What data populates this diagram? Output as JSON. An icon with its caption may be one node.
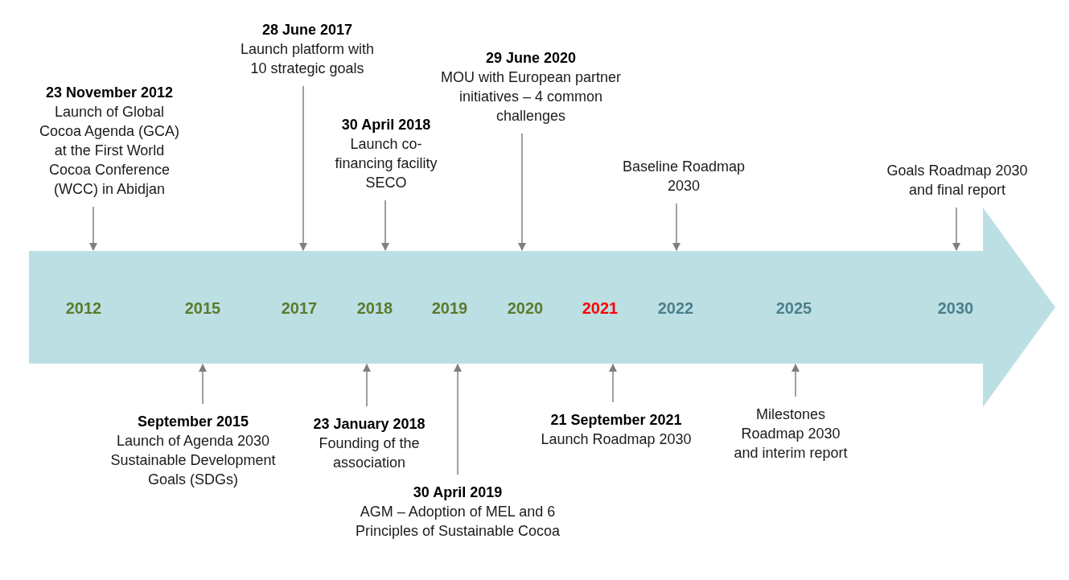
{
  "diagram": {
    "nodes": [
      {
        "text": [],
        "shape": "arrow"
      },
      {
        "text": [
          "2012"
        ],
        "in": 0
      },
      {
        "text": [
          "2015"
        ],
        "in": 0
      },
      {
        "text": [
          "2017"
        ],
        "in": 0
      },
      {
        "text": [
          "2018"
        ],
        "in": 0
      },
      {
        "text": [
          "2019"
        ],
        "in": 0
      },
      {
        "text": [
          "2020"
        ],
        "in": 0
      },
      {
        "text": [
          "2021"
        ],
        "in": 0
      },
      {
        "text": [
          "2022"
        ],
        "in": 0
      },
      {
        "text": [
          "2025"
        ],
        "in": 0
      },
      {
        "text": [
          "2030"
        ],
        "in": 0
      },
      {
        "text": [
          "23 November 2012",
          "Launch of Global Cocoa Agenda (GCA) at the First World Cocoa Conference (WCC) in Abidjan"
        ]
      },
      {
        "text": [
          "28 June 2017",
          "Launch platform with 10 strategic goals"
        ]
      },
      {
        "text": [
          "30 April 2018",
          "Launch co-financing facility SECO"
        ]
      },
      {
        "text": [
          "29 June 2020",
          "MOU with European partner initiatives – 4 common challenges"
        ]
      },
      {
        "text": [
          "Baseline Roadmap 2030"
        ]
      },
      {
        "text": [
          "Goals Roadmap 2030 and final report"
        ]
      },
      {
        "text": [
          "September 2015",
          "Launch of Agenda 2030 Sustainable Development Goals (SDGs)"
        ]
      },
      {
        "text": [
          "23 January 2018",
          "Founding of the association"
        ]
      },
      {
        "text": [
          "30 April 2019",
          "AGM – Adoption of MEL and 6 Principles of Sustainable Cocoa"
        ]
      },
      {
        "text": [
          "21 September 2021",
          "Launch Roadmap 2030"
        ]
      },
      {
        "text": [
          "Milestones Roadmap 2030 and interim report"
        ]
      }
    ],
    "edges": [
      {
        "from": 11,
        "to": 0,
        "arrow": "to"
      },
      {
        "from": 12,
        "to": 0,
        "arrow": "to"
      },
      {
        "from": 13,
        "to": 0,
        "arrow": "to"
      },
      {
        "from": 14,
        "to": 0,
        "arrow": "to"
      },
      {
        "from": 15,
        "to": 0,
        "arrow": "to"
      },
      {
        "from": 16,
        "to": 0,
        "arrow": "to"
      },
      {
        "from": 17,
        "to": 0,
        "arrow": "to"
      },
      {
        "from": 18,
        "to": 0,
        "arrow": "to"
      },
      {
        "from": 19,
        "to": 0,
        "arrow": "to"
      },
      {
        "from": 20,
        "to": 0,
        "arrow": "to"
      },
      {
        "from": 21,
        "to": 0,
        "arrow": "to"
      }
    ]
  }
}
